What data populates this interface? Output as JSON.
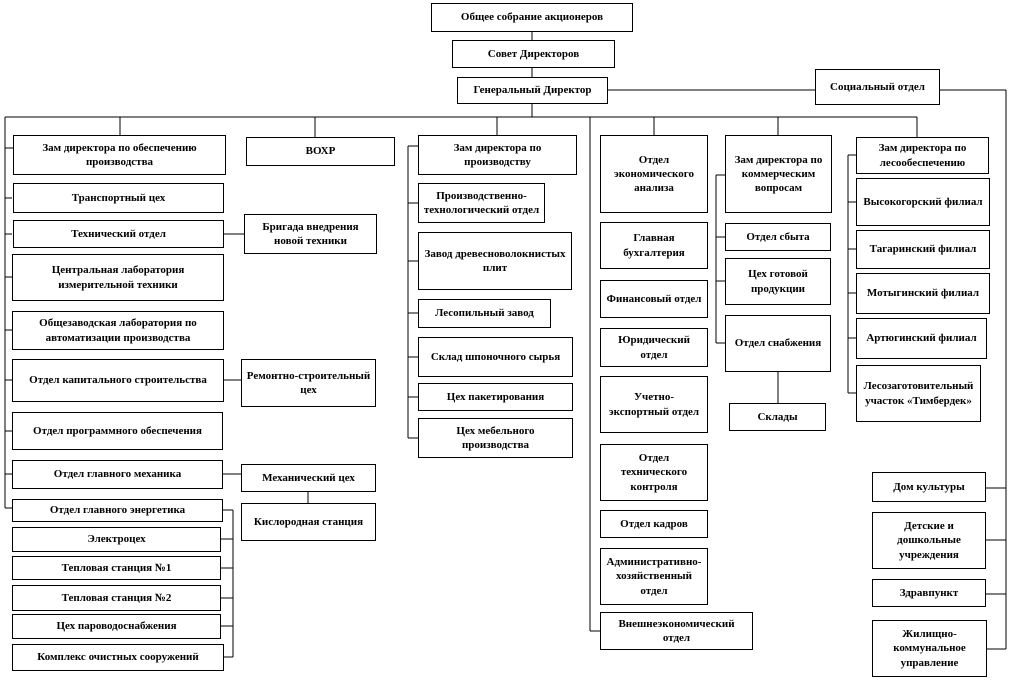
{
  "units": {
    "shareholders": "Общее собрание акционеров",
    "board": "Совет Директоров",
    "ceo": "Генеральный Директор",
    "social": "Социальный отдел",
    "dep_support": "Зам директора по обеспечению производства",
    "vohr": "ВОХР",
    "dep_production": "Зам директора по производству",
    "econ": "Отдел экономического анализа",
    "dep_commercial": "Зам директора по коммерческим вопросам",
    "dep_forest": "Зам директора по лесообеспечению",
    "transport": "Транспортный цех",
    "tech_dept": "Технический отдел",
    "innovation_team": "Бригада внедрения новой техники",
    "central_lab": "Центральная лаборатория измерительной техники",
    "auto_lab": "Общезаводская лаборатория по автоматизации производства",
    "capital_dept": "Отдел капитального строительства",
    "repair_shop": "Ремонтно-строительный цех",
    "software_dept": "Отдел программного обеспечения",
    "chief_mechanic": "Отдел главного механика",
    "mech_shop": "Механический цех",
    "chief_energy": "Отдел главного энергетика",
    "oxygen_station": "Кислородная станция",
    "electro_shop": "Электроцех",
    "heat_station1": "Тепловая станция №1",
    "heat_station2": "Тепловая станция №2",
    "steam_shop": "Цех пароводоснабжения",
    "treatment_complex": "Комплекс очистных сооружений",
    "prod_tech_dept": "Производственно-технологический отдел",
    "fiberboard_plant": "Завод древесноволокнистых плит",
    "sawmill": "Лесопильный завод",
    "veneer_store": "Склад шпоночного сырья",
    "packing_shop": "Цех пакетирования",
    "furniture_shop": "Цех мебельного производства",
    "accounting": "Главная бухгалтерия",
    "finance": "Финансовый отдел",
    "legal": "Юридический отдел",
    "export": "Учетно-экспортный отдел",
    "qc": "Отдел технического контроля",
    "hr": "Отдел кадров",
    "admin": "Административно-хозяйственный отдел",
    "foreign_econ": "Внешнеэкономический отдел",
    "sales": "Отдел сбыта",
    "finished_goods": "Цех готовой продукции",
    "supply": "Отдел снабжения",
    "warehouses": "Склады",
    "branch_vysokogorsky": "Высокогорский филиал",
    "branch_tagarinsky": "Тагаринский филиал",
    "branch_motyginsky": "Мотыгинский филиал",
    "branch_artyugino": "Артюгинский филиал",
    "timberdek": "Лесозаготовительный участок «Тимбердек»",
    "culture_house": "Дом культуры",
    "kindergartens": "Детские и дошкольные учреждения",
    "health_post": "Здравпункт",
    "housing": "Жилищно-коммунальное управление"
  }
}
